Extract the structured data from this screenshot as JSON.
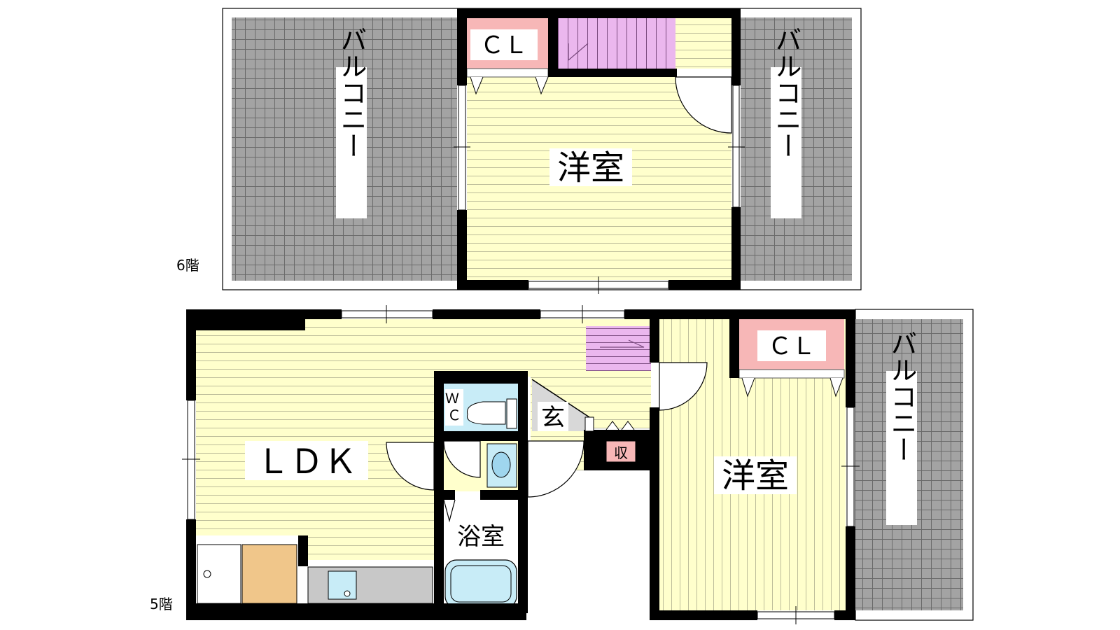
{
  "floors": {
    "upper": {
      "floor_label": "6階",
      "rooms": {
        "western_room": "洋室",
        "closet": "ＣＬ",
        "balcony_left": "バルコニー",
        "balcony_right": "バルコニー"
      }
    },
    "lower": {
      "floor_label": "5階",
      "rooms": {
        "ldk": "ＬＤＫ",
        "western_room": "洋室",
        "closet": "ＣＬ",
        "balcony": "バルコニー",
        "wc": "Ｗ\nＣ",
        "entrance": "玄",
        "storage": "収",
        "bathroom": "浴室"
      }
    }
  },
  "colors": {
    "wall": "#000000",
    "floor_wood": "#ffffcc",
    "floor_line": "#bdbd9a",
    "balcony": "#9a9a9a",
    "balcony_grid": "#6e6e6e",
    "closet": "#f7b7b7",
    "stairs": "#ebb7ee",
    "wet_area": "#c8ecf7",
    "counter": "#c8c8c8",
    "fridge": "#f0c68a"
  }
}
